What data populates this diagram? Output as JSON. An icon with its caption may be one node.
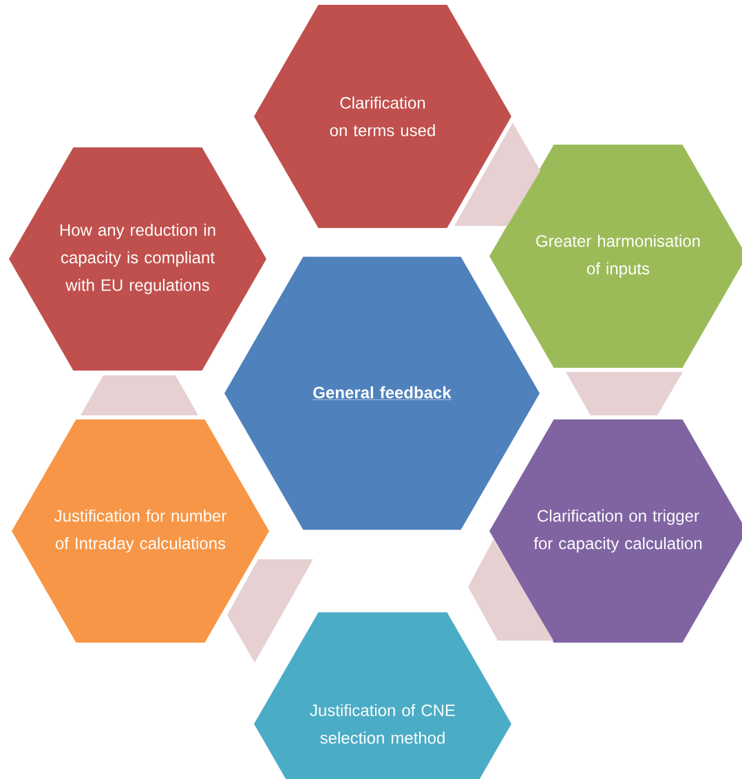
{
  "diagram": {
    "nodes": [
      {
        "text": [
          "General feedback"
        ]
      },
      {
        "text": [
          "Clarification on terms used"
        ]
      },
      {
        "text": [
          "Greater harmonisation of inputs"
        ]
      },
      {
        "text": [
          "Clarification on trigger for capacity calculation"
        ]
      },
      {
        "text": [
          "Justification of CNE selection method"
        ]
      },
      {
        "text": [
          "Justification for number of Intraday calculations"
        ]
      },
      {
        "text": [
          "How any reduction in capacity is compliant with EU regulations"
        ]
      }
    ],
    "edges": [
      {
        "from": 1,
        "to": 2,
        "arrow": "none"
      },
      {
        "from": 2,
        "to": 3,
        "arrow": "none"
      },
      {
        "from": 3,
        "to": 4,
        "arrow": "none"
      },
      {
        "from": 4,
        "to": 5,
        "arrow": "none"
      },
      {
        "from": 5,
        "to": 6,
        "arrow": "none"
      }
    ]
  }
}
